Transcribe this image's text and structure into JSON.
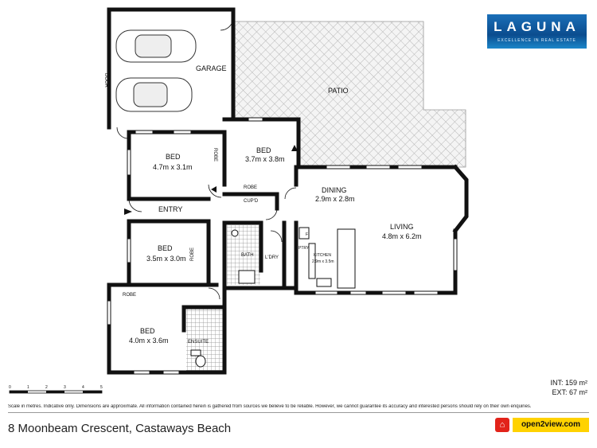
{
  "logo": {
    "name": "LAGUNA",
    "tagline": "EXCELLENCE IN REAL ESTATE"
  },
  "rooms": {
    "garage": "GARAGE",
    "door": "DOOR",
    "patio": "PATIO",
    "bed1": {
      "name": "BED",
      "size": "4.7m x 3.1m"
    },
    "bed2": {
      "name": "BED",
      "size": "3.7m x 3.8m"
    },
    "bed3": {
      "name": "BED",
      "size": "3.5m x 3.0m"
    },
    "bed4": {
      "name": "BED",
      "size": "4.0m x 3.6m"
    },
    "robe": "ROBE",
    "cupd": "CUP'D",
    "entry": "ENTRY",
    "bath": "BATH",
    "ldry": "L'DRY",
    "ptry": "PTRY",
    "fridge": "F",
    "kitchen": {
      "name": "KITCHEN",
      "size": "2.9m x 3.5m"
    },
    "dining": {
      "name": "DINING",
      "size": "2.9m x 2.8m"
    },
    "living": {
      "name": "LIVING",
      "size": "4.8m x 6.2m"
    },
    "ensuite": "ENSUITE"
  },
  "scale": {
    "ticks": [
      "0",
      "1",
      "2",
      "3",
      "4",
      "5"
    ],
    "unit_note": "Scale in metres. Indicative only."
  },
  "area": {
    "internal": "INT: 159 m²",
    "external": "EXT: 67 m²"
  },
  "disclaimer": "Scale in metres. Indicative only. Dimensions are approximate. All information contained herein is gathered from sources we believe to be reliable. However, we cannot guarantee its accuracy and interested persons should rely on their own enquiries.",
  "address": "8 Moonbeam Crescent, Castaways Beach",
  "brand": {
    "name": "open2view.com",
    "badge": "⌂"
  },
  "colors": {
    "wall": "#111111",
    "logo_blue": "#0b4d8f",
    "brand_red": "#e2231a",
    "brand_yellow": "#ffd200"
  }
}
